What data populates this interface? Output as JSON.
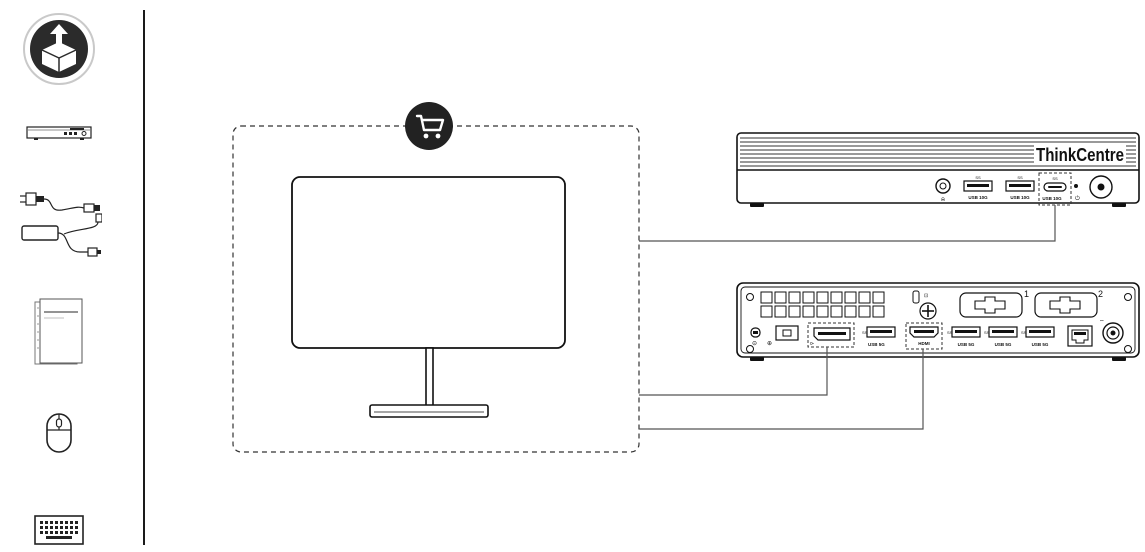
{
  "sidebar": {
    "items": [
      {
        "icon": "unbox-icon"
      },
      {
        "icon": "mini-pc-icon"
      },
      {
        "icon": "power-adapter-icon"
      },
      {
        "icon": "documents-icon"
      },
      {
        "icon": "mouse-icon"
      },
      {
        "icon": "keyboard-icon"
      }
    ]
  },
  "front_panel": {
    "brand": "ThinkCentre",
    "usb_a_1": "USB 10G",
    "usb_a_2": "USB 10G",
    "usb_c": "USB 10G",
    "ss_1": "SS",
    "ss_2": "SS",
    "ss_c": "SS"
  },
  "rear_panel": {
    "slot_1": "1",
    "slot_2": "2",
    "usb_5g_1": "USB 5G",
    "usb_5g_2": "USB 5G",
    "usb_5g_3": "USB 5G",
    "usb_5g_4": "USB 5G",
    "hdmi": "HDMI"
  },
  "monitor": {
    "badge_icon": "cart-icon"
  }
}
